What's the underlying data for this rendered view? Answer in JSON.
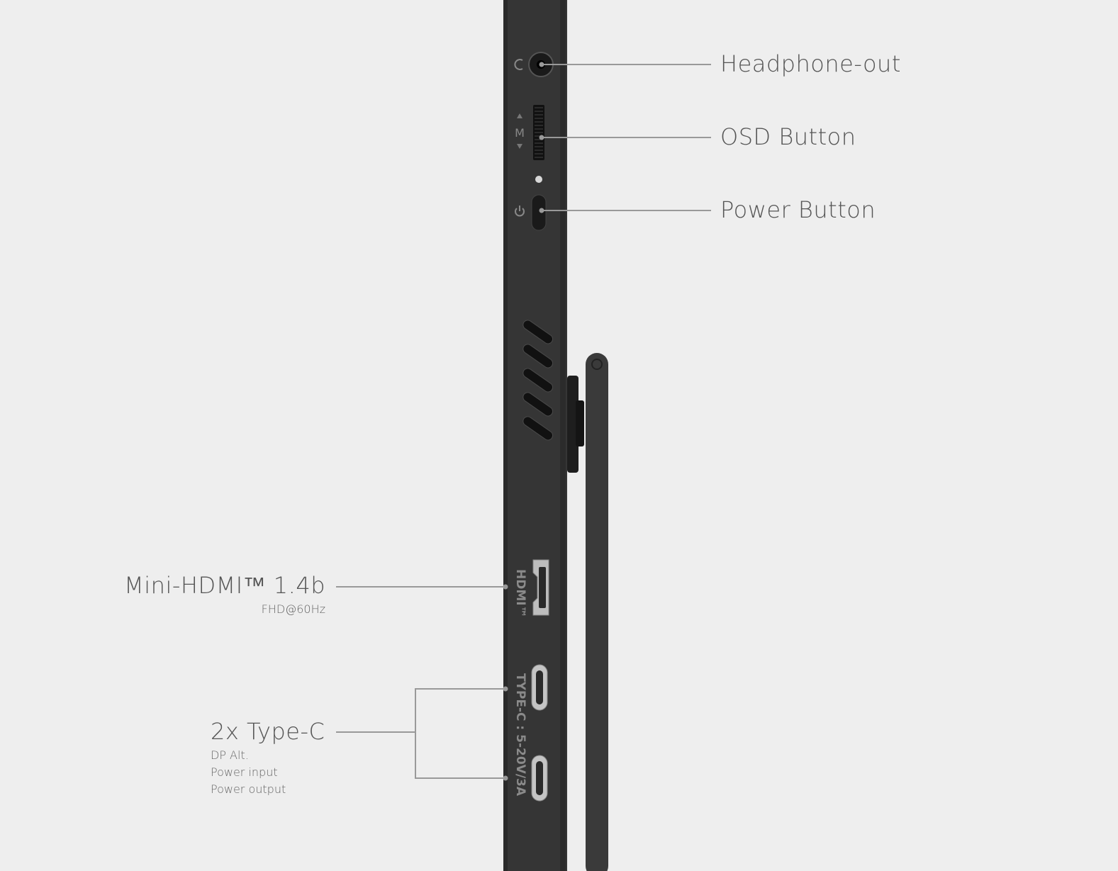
{
  "callouts": {
    "headphone": {
      "title": "Headphone-out"
    },
    "osd": {
      "title": "OSD Button"
    },
    "power": {
      "title": "Power Button"
    },
    "hdmi": {
      "title": "Mini-HDMI™ 1.4b",
      "detail": "FHD@60Hz"
    },
    "typec": {
      "title": "2x Type-C",
      "details": [
        "DP Alt.",
        "Power input",
        "Power output"
      ]
    }
  },
  "device": {
    "button_letter": "M",
    "hdmi_port_label": "HDMI™",
    "typec_port_label": "TYPE-C : 5-20V/3A"
  },
  "colors": {
    "background": "#eeeeee",
    "device_body": "#333333",
    "leader_line": "#999999",
    "text": "#555555"
  }
}
